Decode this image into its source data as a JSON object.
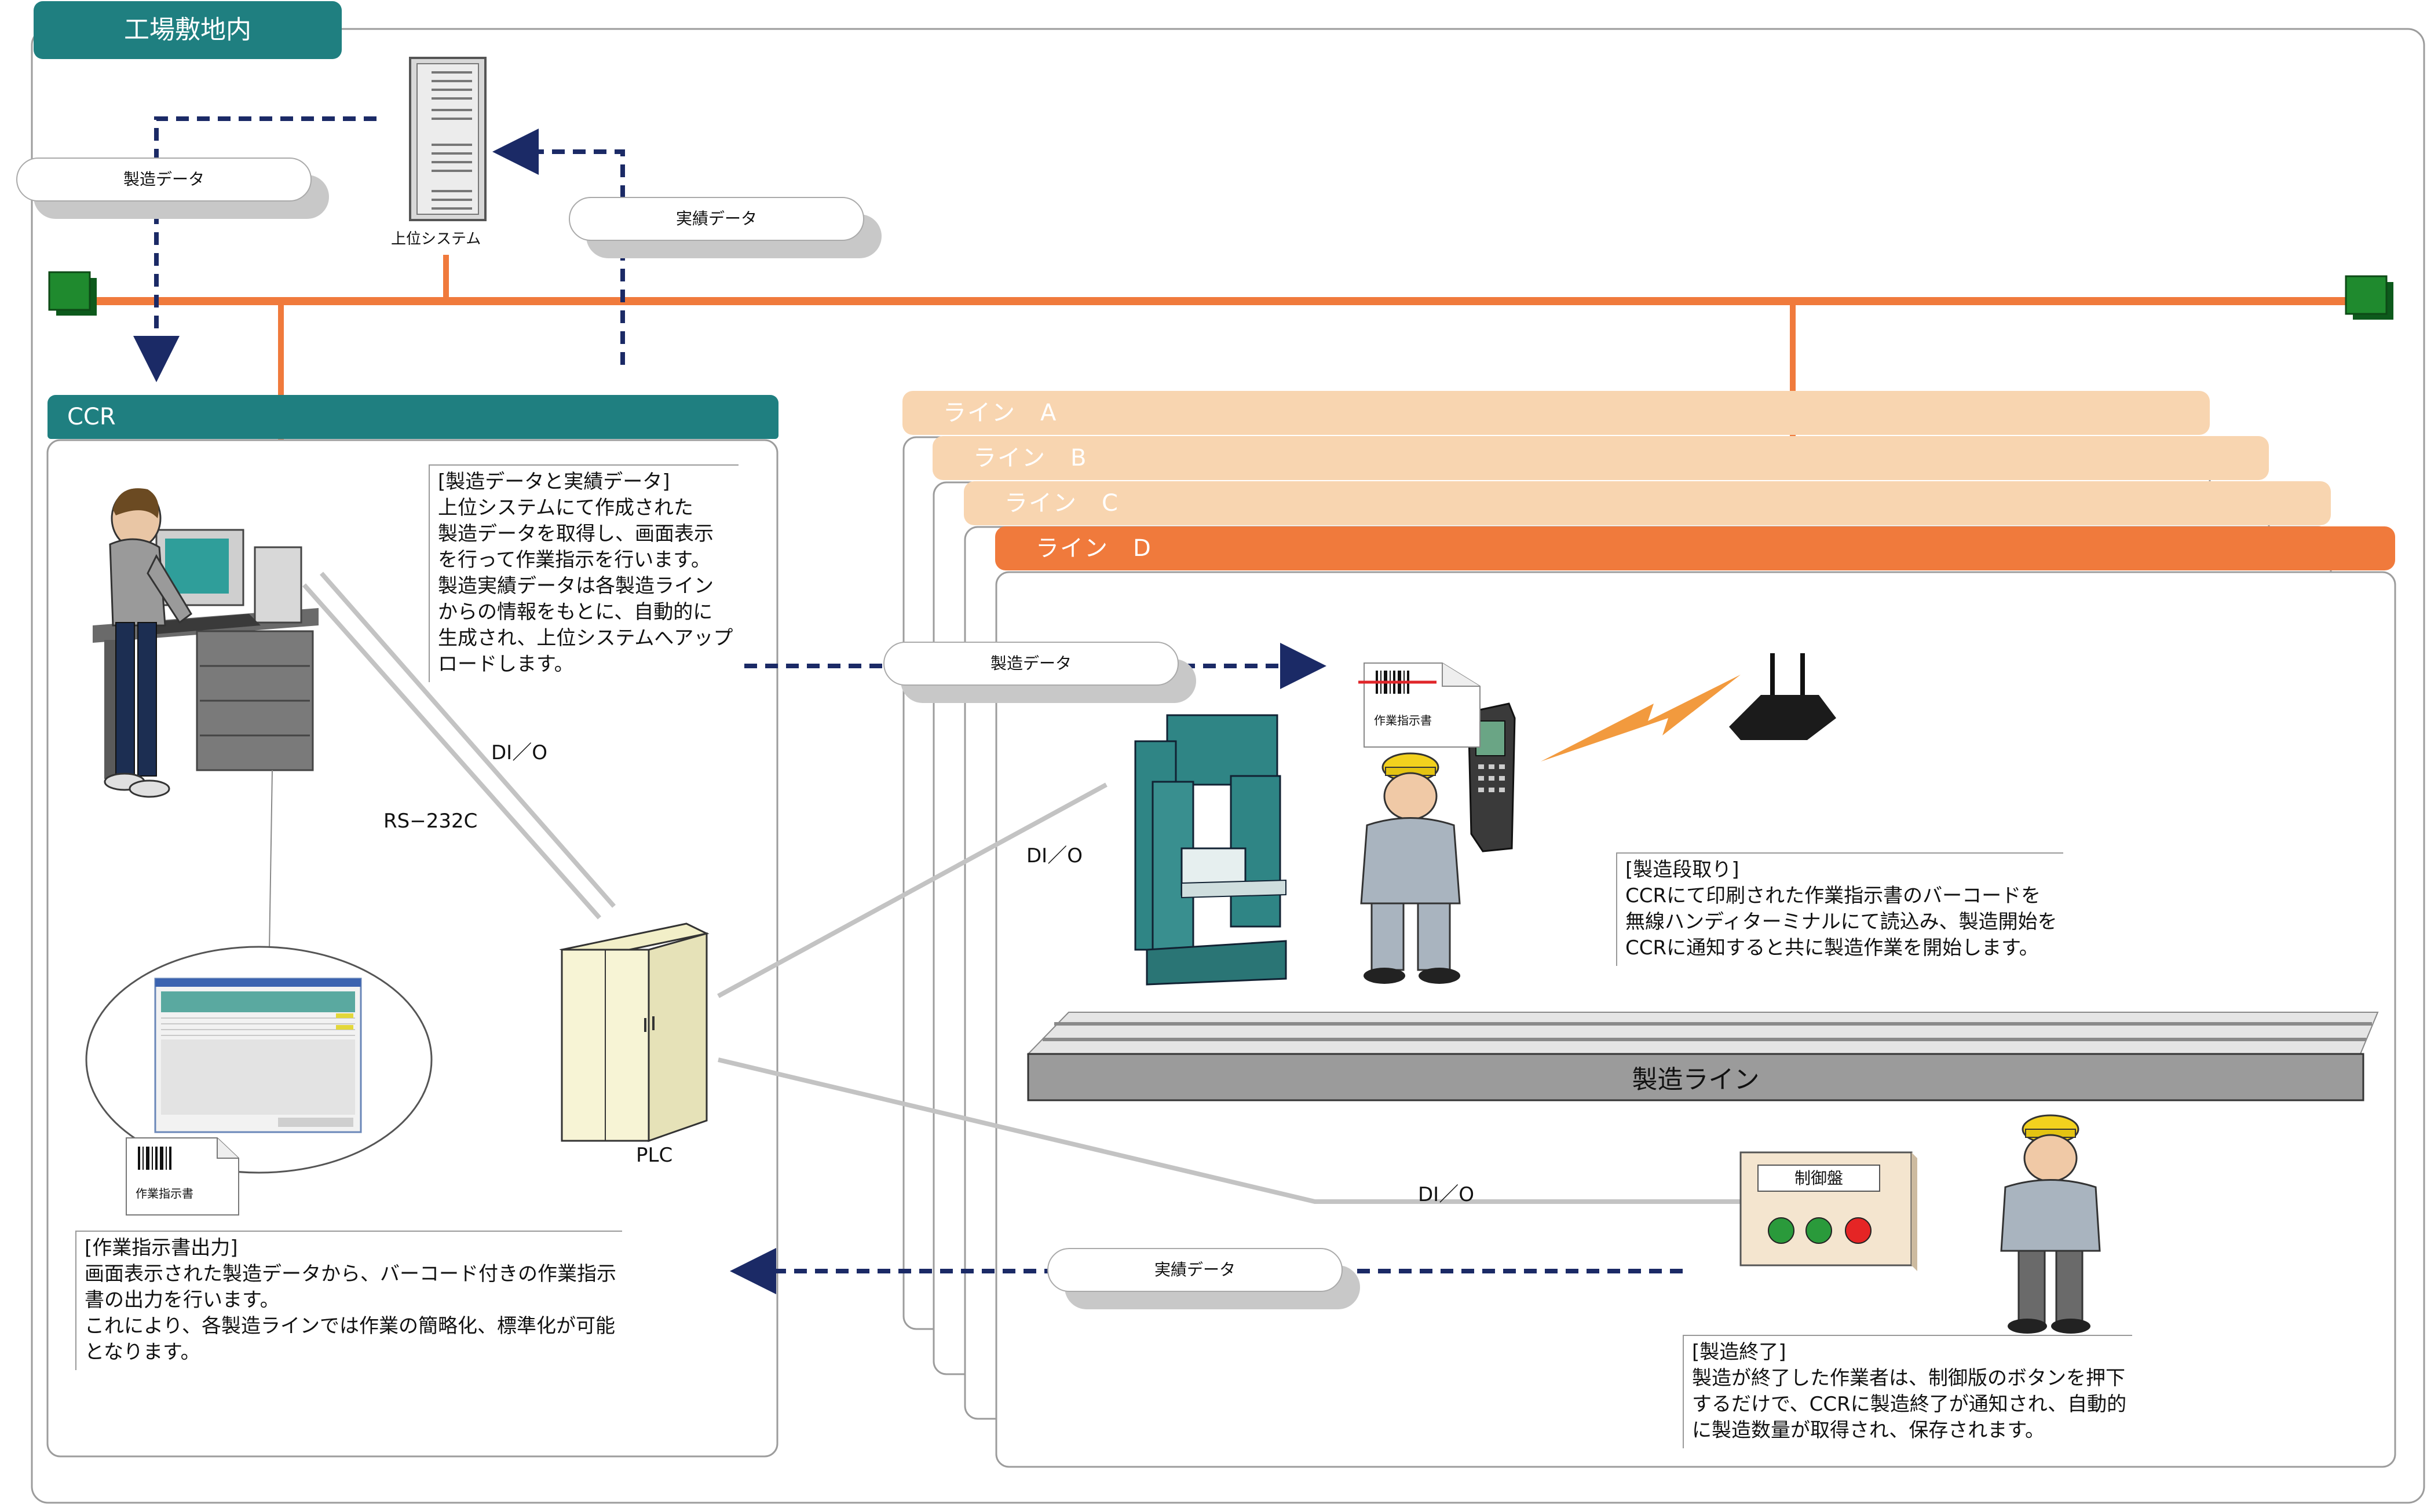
{
  "site": {
    "title": "工場敷地内"
  },
  "host_system": {
    "label": "上位システム"
  },
  "ccr": {
    "title": "CCR"
  },
  "lines": [
    {
      "label": "ライン　A"
    },
    {
      "label": "ライン　B"
    },
    {
      "label": "ライン　C"
    },
    {
      "label": "ライン　D"
    }
  ],
  "data_labels": {
    "manufacturing_top": "製造データ",
    "results_top": "実績データ",
    "manufacturing_mid": "製造データ",
    "results_bottom": "実績データ"
  },
  "connections": {
    "dio_ccr": "DI／O",
    "rs232c": "RS−232C",
    "dio_press": "DI／O",
    "dio_panel": "DI／O"
  },
  "plc": {
    "label": "PLC"
  },
  "production_line": {
    "label": "製造ライン"
  },
  "control_panel": {
    "label": "制御盤"
  },
  "work_order": {
    "label": "作業指示書"
  },
  "notes": {
    "data_title": "[製造データと実績データ]",
    "data_lines": [
      "上位システムにて作成された",
      "製造データを取得し、画面表示",
      "を行って作業指示を行います。",
      "製造実績データは各製造ライン",
      "からの情報をもとに、自動的に",
      "生成され、上位システムへアップ",
      "ロードします。"
    ],
    "output_title": "[作業指示書出力]",
    "output_lines": [
      "画面表示された製造データから、バーコード付きの作業指示",
      "書の出力を行います。",
      "これにより、各製造ラインでは作業の簡略化、標準化が可能",
      "となります。"
    ],
    "setup_title": "[製造段取り]",
    "setup_lines": [
      "CCRにて印刷された作業指示書のバーコードを",
      "無線ハンディターミナルにて読込み、製造開始を",
      "CCRに通知すると共に製造作業を開始します。"
    ],
    "end_title": "[製造終了]",
    "end_lines": [
      "製造が終了した作業者は、制御版のボタンを押下",
      "するだけで、CCRに製造終了が通知され、自動的",
      "に製造数量が取得され、保存されます。"
    ]
  },
  "colors": {
    "teal": "#1f7f80",
    "orange": "#f07a3c",
    "line_light": "#f8d5b0",
    "navy": "#1b2a66",
    "green_node": "#1f7f2e"
  }
}
